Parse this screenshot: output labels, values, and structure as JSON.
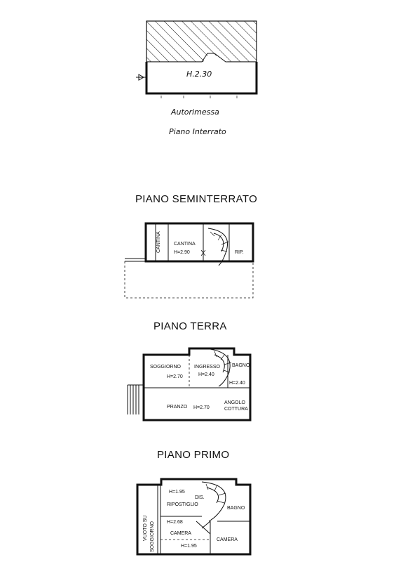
{
  "interrato": {
    "room_height": "H.2.30",
    "name": "Autorimessa",
    "level": "Piano Interrato"
  },
  "seminterrato": {
    "title": "PIANO SEMINTERRATO",
    "rooms": {
      "cantina_small": "CANTINA",
      "cantina": "CANTINA",
      "cantina_h": "H=2.90",
      "rip": "RIP."
    }
  },
  "terra": {
    "title": "PIANO TERRA",
    "rooms": {
      "soggiorno": "SOGGIORNO",
      "soggiorno_h": "H=2.70",
      "ingresso": "INGRESSO",
      "ingresso_h": "H=2.40",
      "bagno": "BAGNO",
      "bagno_h": "H=2.40",
      "pranzo": "PRANZO",
      "pranzo_h": "H=2.70",
      "angolo1": "ANGOLO",
      "angolo2": "COTTURA"
    }
  },
  "primo": {
    "title": "PIANO PRIMO",
    "rooms": {
      "vuoto1": "VUOTO SU",
      "vuoto2": "SOGGIORNO",
      "h195_top": "H=1.95",
      "ripostiglio": "RIPOSTIGLIO",
      "dis": "DIS.",
      "bagno": "BAGNO",
      "h268": "H=2.68",
      "camera_left": "CAMERA",
      "camera_right": "CAMERA",
      "h195_bottom": "H=1.95"
    }
  }
}
